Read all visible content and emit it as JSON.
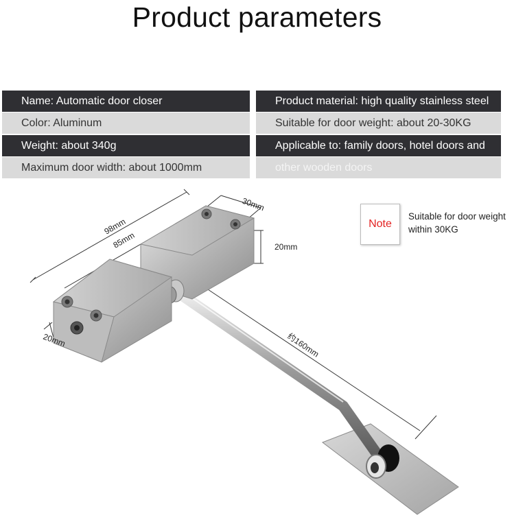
{
  "title": "Product parameters",
  "specs": {
    "left": [
      "Name: Automatic door closer",
      "Color: Aluminum",
      "Weight: about 340g",
      "Maximum door width: about 1000mm"
    ],
    "right": [
      "Product material: high quality stainless steel",
      "Suitable for door weight: about 20-30KG",
      "Applicable to: family doors, hotel doors and",
      "other wooden doors"
    ]
  },
  "note": {
    "label": "Note",
    "text_line1": "Suitable for door weight",
    "text_line2": "within 30KG"
  },
  "dimensions": {
    "length_total": "98mm",
    "length_inner": "85mm",
    "width": "30mm",
    "height": "20mm",
    "end_height": "20mm",
    "arm": "约160mm"
  }
}
